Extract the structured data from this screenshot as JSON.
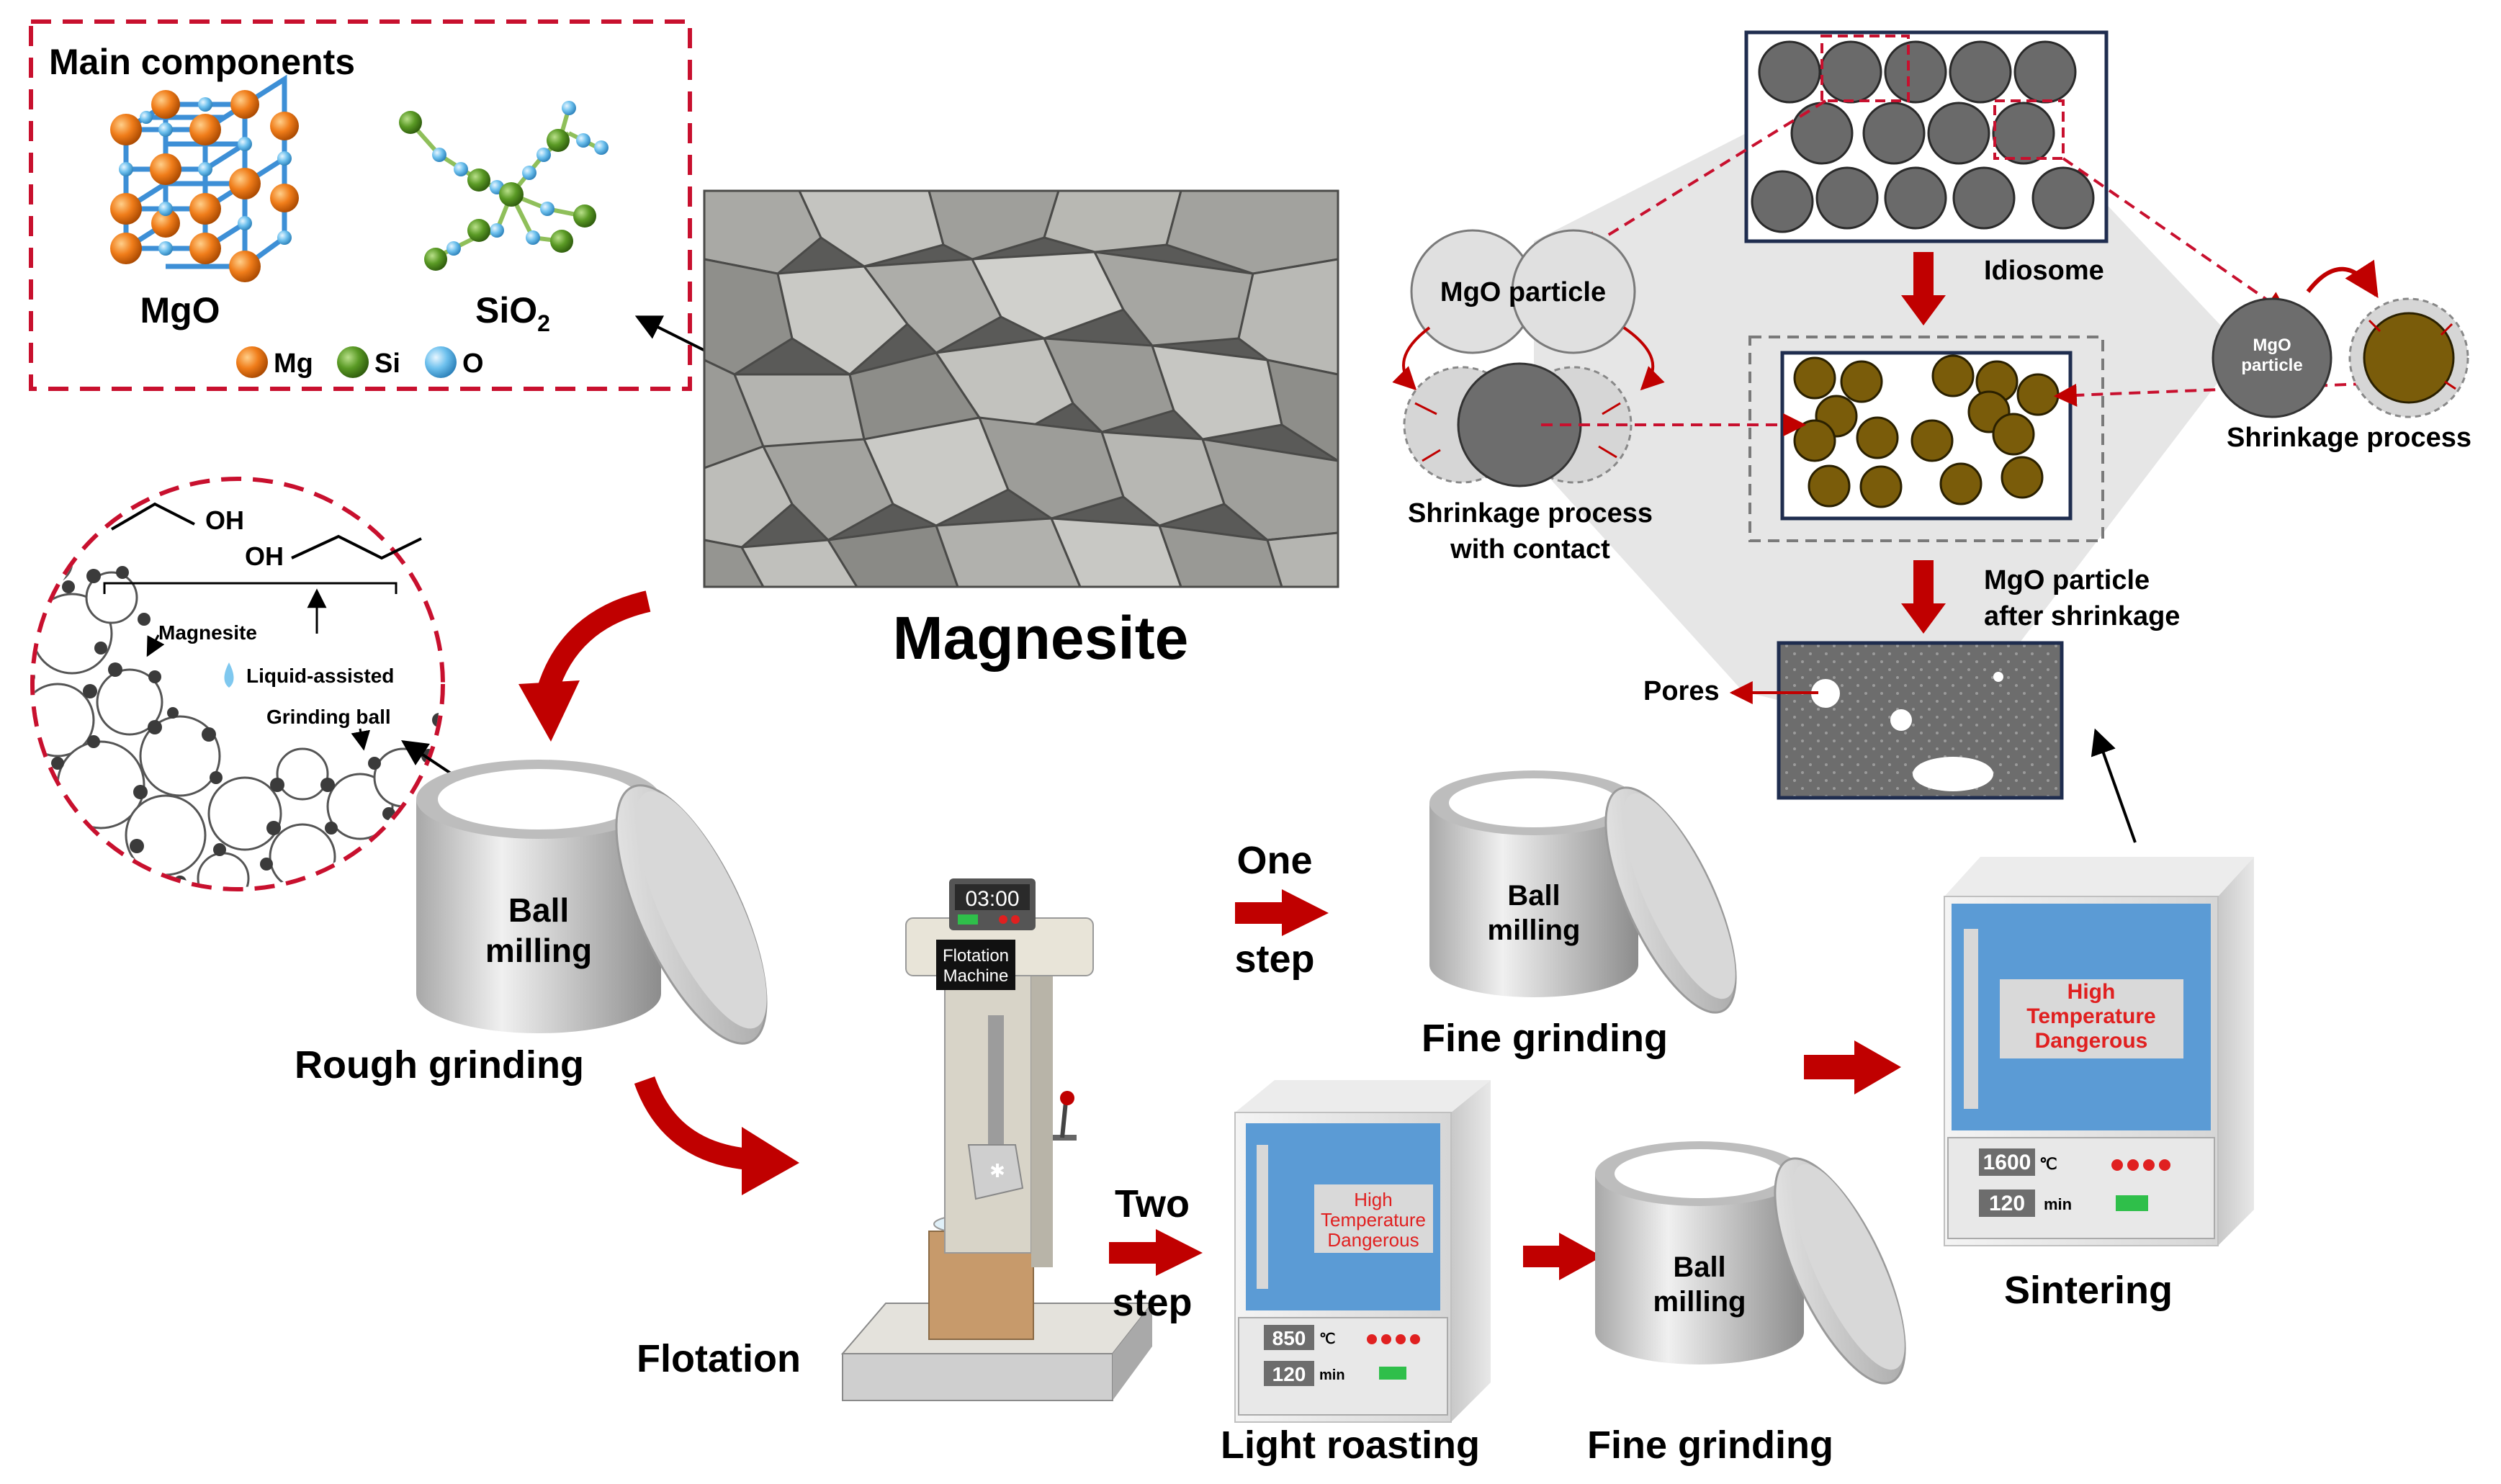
{
  "main_components": {
    "title": "Main components",
    "mgo": "MgO",
    "sio2": "SiO",
    "sio2_sub": "2",
    "legend": {
      "mg": "Mg",
      "si": "Si",
      "o": "O"
    }
  },
  "magnesite": {
    "label": "Magnesite"
  },
  "inset": {
    "oh1": "OH",
    "oh2": "OH",
    "magnesite": "Magnesite",
    "liquid": "Liquid-assisted",
    "grinding_ball": "Grinding ball"
  },
  "rough": {
    "jar": "Ball\nmilling",
    "label": "Rough grinding"
  },
  "flotation": {
    "timer": "03:00",
    "machine": "Flotation\nMachine",
    "label": "Flotation"
  },
  "one_step": {
    "label": "One\nstep",
    "jar": "Ball\nmilling",
    "fine": "Fine grinding"
  },
  "two_step": {
    "label": "Two\nstep",
    "furnace_text": "High\nTemperature\nDangerous",
    "temp": "850",
    "temp_unit": "℃",
    "time": "120",
    "time_unit": "min",
    "roast": "Light roasting",
    "jar": "Ball\nmilling",
    "fine": "Fine grinding"
  },
  "sintering": {
    "furnace_text": "High\nTemperature\nDangerous",
    "temp": "1600",
    "temp_unit": "℃",
    "time": "120",
    "time_unit": "min",
    "label": "Sintering"
  },
  "mechanism": {
    "mgo_particle": "MgO particle",
    "idiosome": "Idiosome",
    "small_particle": "MgO\nparticle",
    "shrinkage": "Shrinkage process",
    "shrinkage_contact": "Shrinkage process\nwith contact",
    "after_shrinkage": "MgO particle\nafter shrinkage",
    "pores": "Pores"
  },
  "colors": {
    "red": "#c00000",
    "dash_red": "#c8102e",
    "navy": "#1f2d4f",
    "mg": "#e36c0a",
    "si": "#4e8a1f",
    "o": "#5ab4e5",
    "furnace_blue": "#5b9bd5",
    "mgo_brown": "#7a5c0a"
  }
}
